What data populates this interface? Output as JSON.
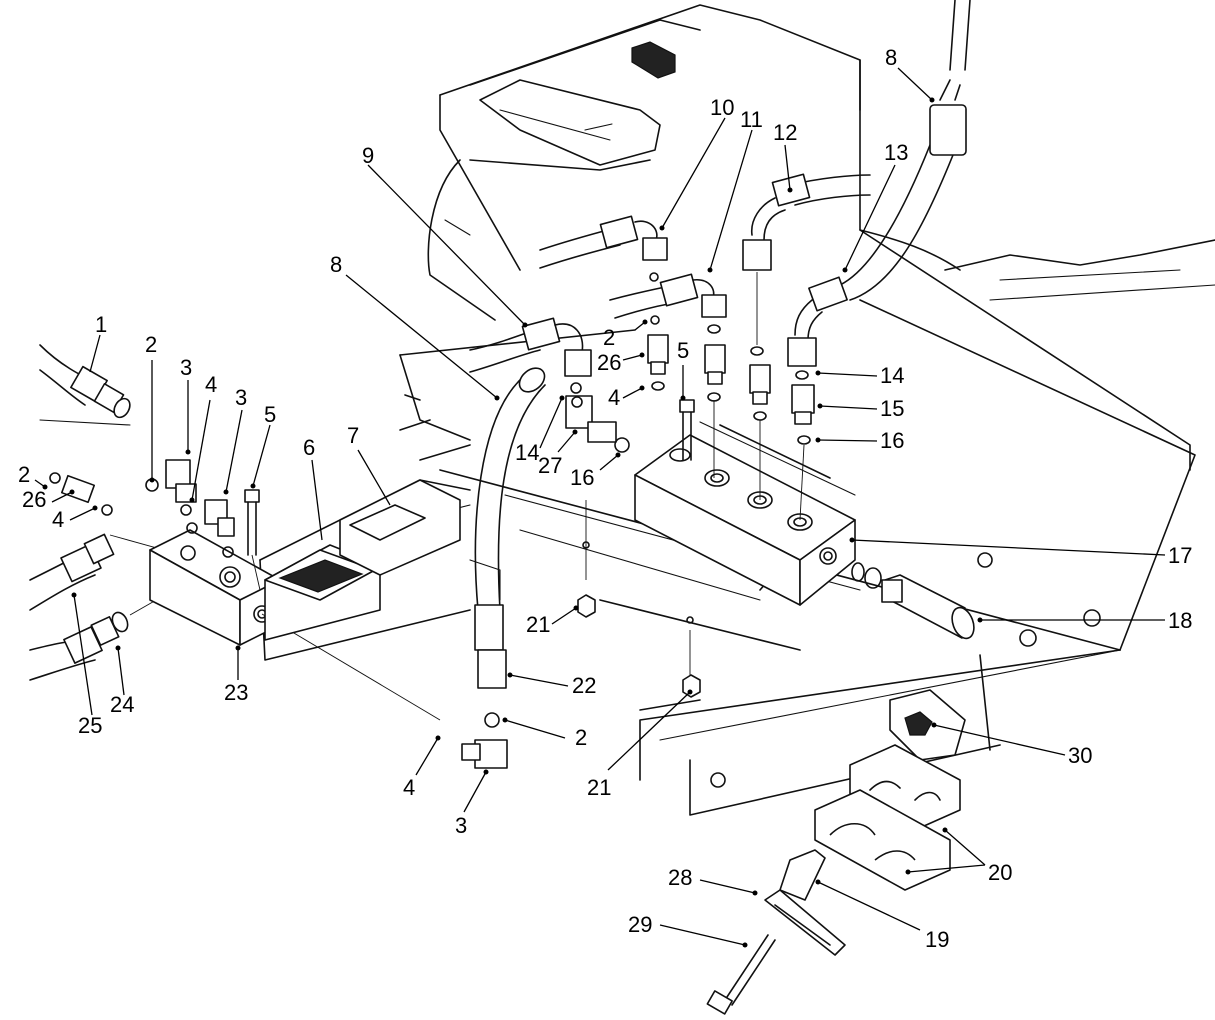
{
  "callouts": [
    "1",
    "2",
    "3",
    "4",
    "5",
    "6",
    "7",
    "8",
    "9",
    "10",
    "11",
    "12",
    "13",
    "14",
    "15",
    "16",
    "17",
    "18",
    "19",
    "20",
    "21",
    "22",
    "23",
    "24",
    "25",
    "26",
    "27",
    "28",
    "29",
    "30"
  ]
}
